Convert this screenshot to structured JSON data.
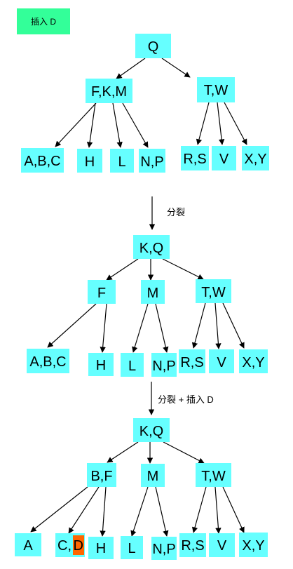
{
  "title": "插入 D",
  "colors": {
    "node_fill": "#66ffff",
    "title_fill": "#33ff99",
    "highlight_fill": "#ff6600",
    "edge": "#000000"
  },
  "steps": {
    "split_label": "分裂",
    "split_insert_label": "分裂 + 插入 D"
  },
  "tree1": {
    "root": "Q",
    "level1": [
      "F,K,M",
      "T,W"
    ],
    "leaves": [
      "A,B,C",
      "H",
      "L",
      "N,P",
      "R,S",
      "V",
      "X,Y"
    ]
  },
  "tree2": {
    "root": "K,Q",
    "level1": [
      "F",
      "M",
      "T,W"
    ],
    "leaves": [
      "A,B,C",
      "H",
      "L",
      "N,P",
      "R,S",
      "V",
      "X,Y"
    ]
  },
  "tree3": {
    "root": "K,Q",
    "level1": [
      "B,F",
      "M",
      "T,W"
    ],
    "leaves": [
      "A",
      "C,",
      "D",
      "H",
      "L",
      "N,P",
      "R,S",
      "V",
      "X,Y"
    ]
  }
}
